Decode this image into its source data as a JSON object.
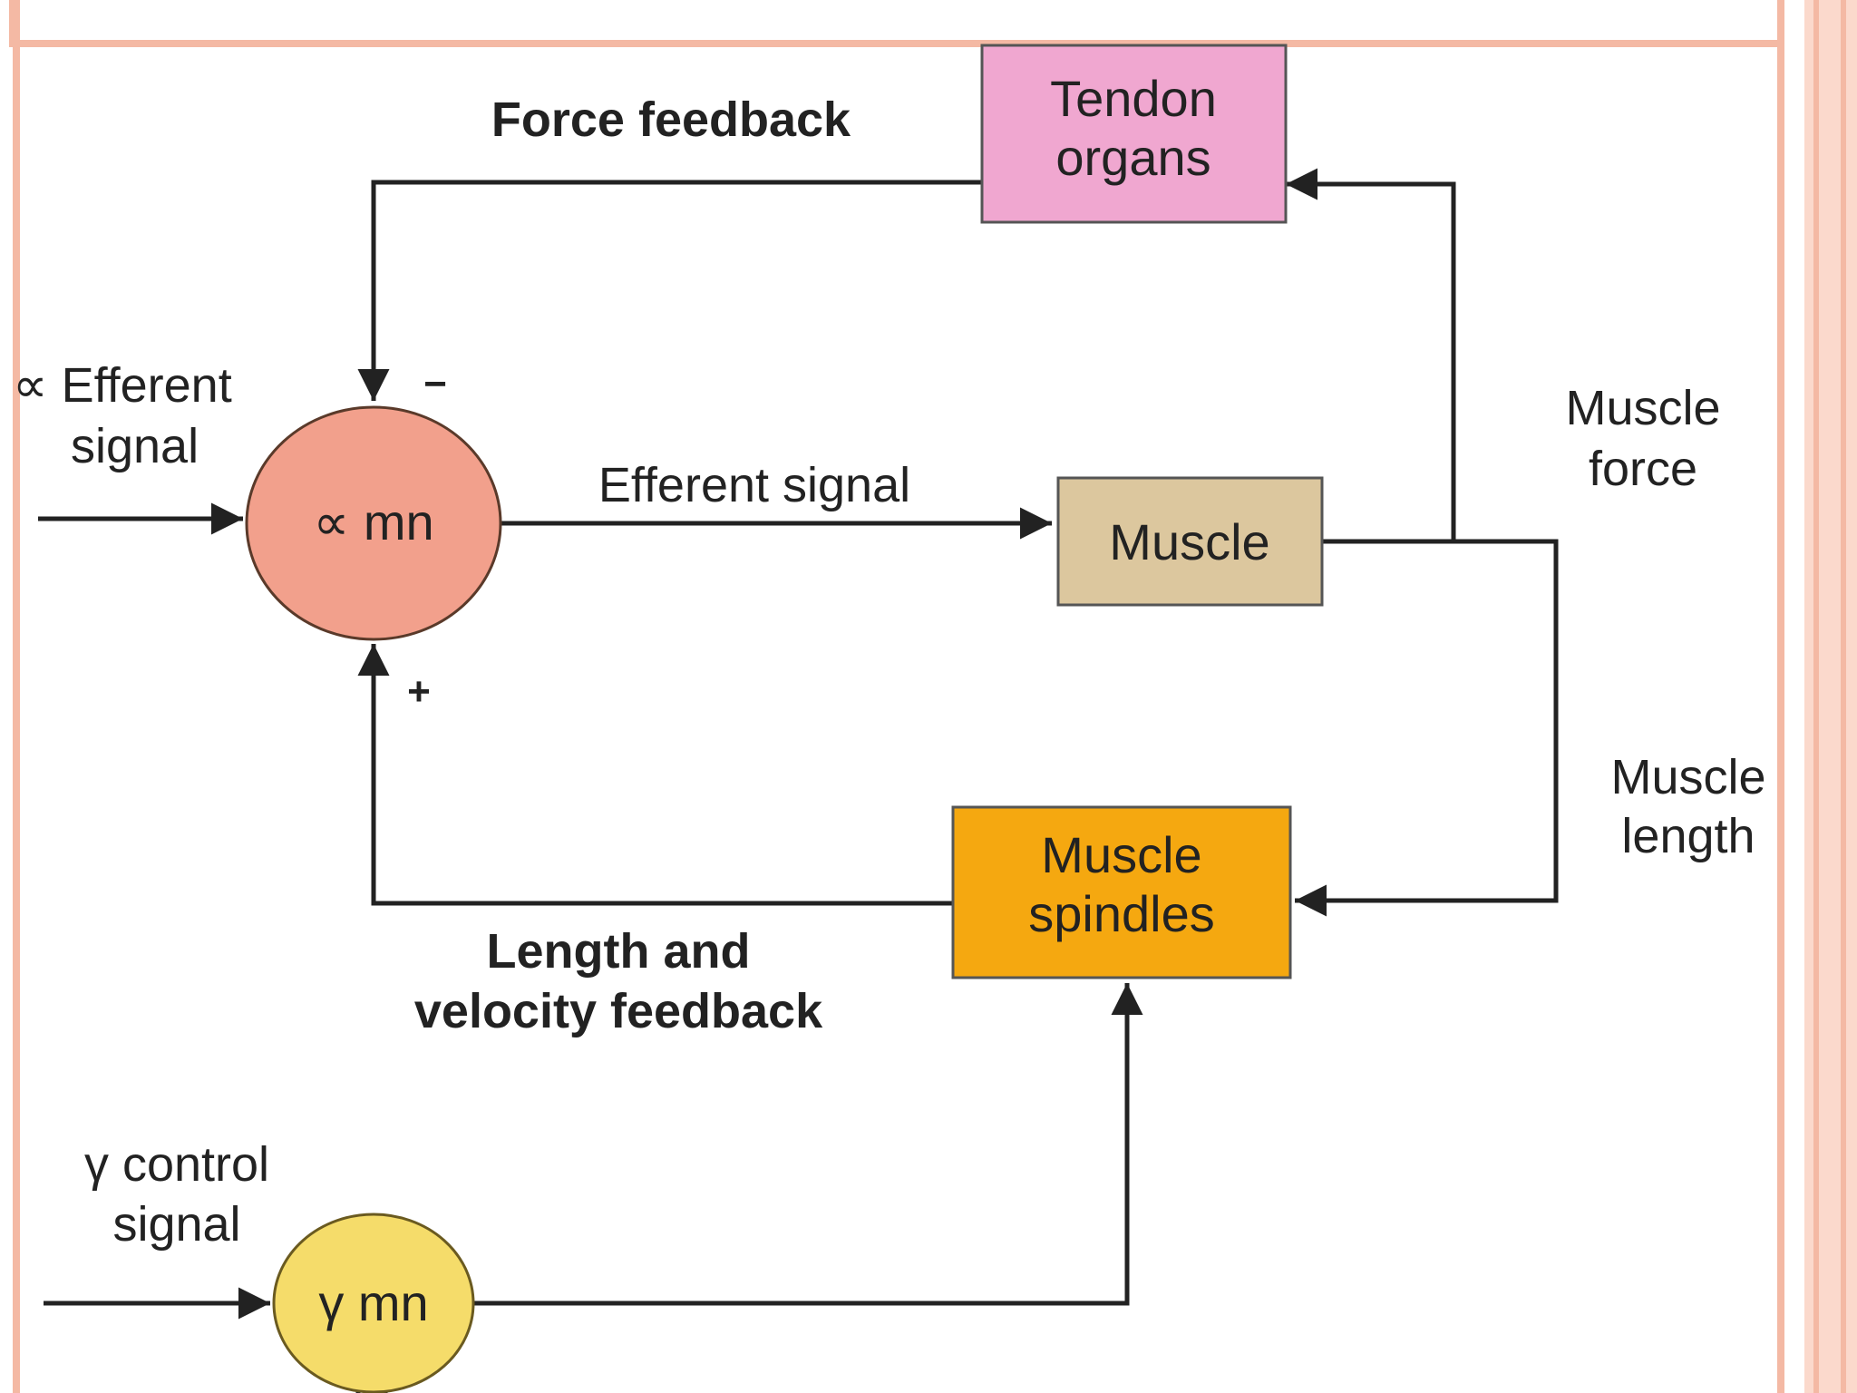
{
  "colors": {
    "slide_border": "#f4b9a4",
    "border_stripe": "#fbd9cc",
    "alpha_mn_fill": "#f2a08c",
    "gamma_mn_fill": "#f5dc6a",
    "tendon_fill": "#f0a7d0",
    "muscle_fill": "#dcc79e",
    "spindle_fill": "#f5a810",
    "line": "#222222"
  },
  "nodes": {
    "alpha_mn": "∝ mn",
    "gamma_mn": "γ mn",
    "tendon_organs": [
      "Tendon",
      "organs"
    ],
    "muscle": "Muscle",
    "muscle_spindles": [
      "Muscle",
      "spindles"
    ]
  },
  "labels": {
    "force_feedback": "Force feedback",
    "alpha_efferent": [
      "∝ Efferent",
      "signal"
    ],
    "efferent_signal": "Efferent signal",
    "muscle_force": [
      "Muscle",
      "force"
    ],
    "muscle_length": [
      "Muscle",
      "length"
    ],
    "length_velocity_feedback": [
      "Length and",
      "velocity feedback"
    ],
    "gamma_control": [
      "γ control",
      "signal"
    ],
    "minus_sign": "−",
    "plus_sign": "+"
  }
}
